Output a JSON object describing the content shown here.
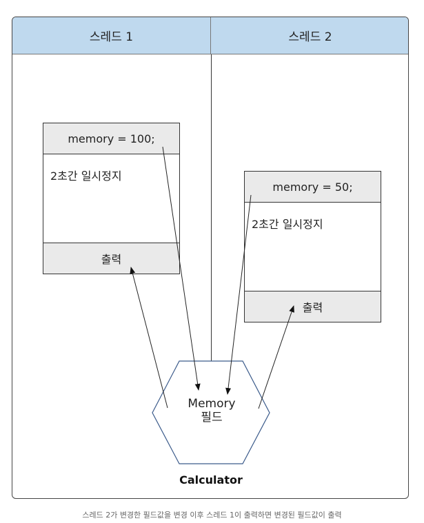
{
  "lanes": [
    {
      "header": "스레드 1"
    },
    {
      "header": "스레드 2"
    }
  ],
  "thread1": {
    "assign": "memory = 100;",
    "pause": "2초간 일시정지",
    "output": "출력"
  },
  "thread2": {
    "assign": "memory = 50;",
    "pause": "2초간 일시정지",
    "output": "출력"
  },
  "field": {
    "line1": "Memory",
    "line2": "필드",
    "owner": "Calculator"
  },
  "caption": "스레드 2가 변경한 필드값을 변경 이후 스레드 1이 출력하면 변경된 필드값이 출력",
  "colors": {
    "header_bg": "#bfd9ee",
    "hexagon_stroke": "#3a5a8a",
    "block_band": "#eaeaea"
  }
}
